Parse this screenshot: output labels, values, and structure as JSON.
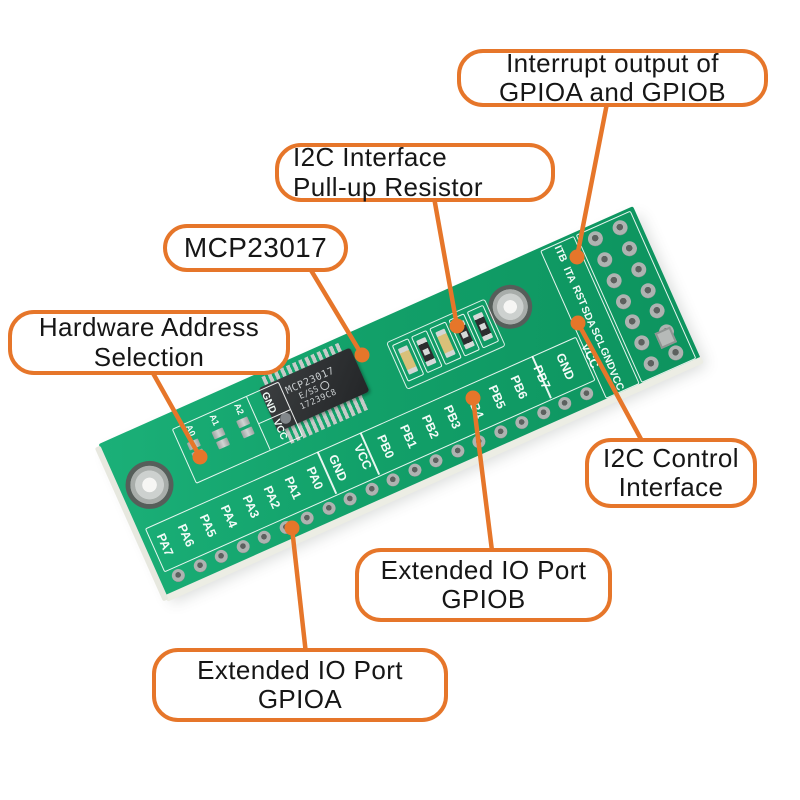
{
  "image_title": "MCP23017 I2C IO expander module with annotated callouts",
  "colors": {
    "accent_orange": "#e6762a",
    "pcb_green": "#12a069",
    "silkscreen_white": "#f2fbf7",
    "background": "#ffffff"
  },
  "callouts": {
    "interrupt": {
      "line1": "Interrupt output of",
      "line2": "GPIOA and GPIOB"
    },
    "pullup": {
      "line1": "I2C Interface",
      "line2": "Pull-up Resistor"
    },
    "chip": {
      "line1": "MCP23017"
    },
    "hw_address": {
      "line1": "Hardware Address",
      "line2": "Selection"
    },
    "i2c_control": {
      "line1": "I2C Control",
      "line2": "Interface"
    },
    "gpiob": {
      "line1": "Extended IO Port",
      "line2": "GPIOB"
    },
    "gpioa": {
      "line1": "Extended IO Port",
      "line2": "GPIOA"
    }
  },
  "board": {
    "chip": {
      "line1": "MCP23017",
      "line2": "E/SS",
      "line3": "17239C8"
    },
    "bottom_row": [
      "PA7",
      "PA6",
      "PA5",
      "PA4",
      "PA3",
      "PA2",
      "PA1",
      "PA0",
      "GND",
      "VCC",
      "PB0",
      "PB1",
      "PB2",
      "PB3",
      "PB4",
      "PB5",
      "PB6",
      "PB7",
      "GND",
      "VCC"
    ],
    "right_header": [
      "ITB",
      "ITA",
      "RST",
      "SDA",
      "SCL",
      "GND",
      "VCC"
    ],
    "address_labels": [
      "A0",
      "A1",
      "A2"
    ],
    "address_power_labels": [
      "GND",
      "VCC"
    ],
    "pullup_components": [
      "capacitor",
      "resistor",
      "capacitor",
      "resistor",
      "resistor"
    ]
  }
}
